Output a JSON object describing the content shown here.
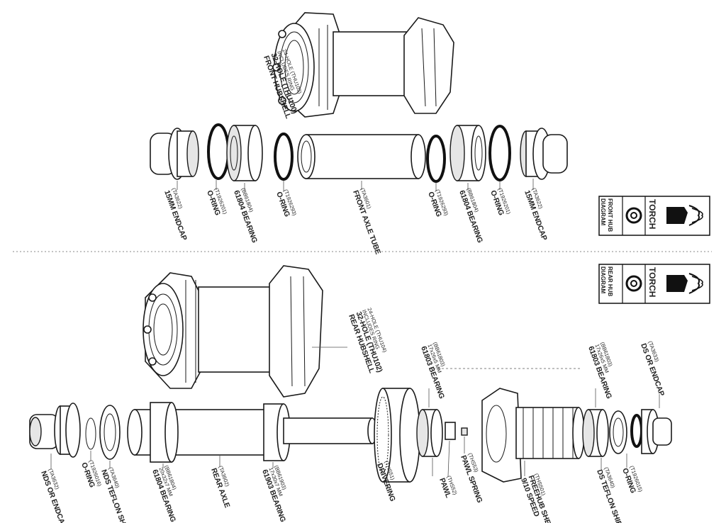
{
  "front": {
    "hubshell": {
      "line1": "FRONT HUBSHELL",
      "line2": "32-HOLE (THU100)",
      "line3": "INCLUDES RING",
      "line4": "24-HOLE (THU103)"
    },
    "parts": [
      {
        "name": "15MM ENDCAP",
        "code": "(TA3622)"
      },
      {
        "name": "O-RING",
        "code": "(T1926201)"
      },
      {
        "name": "61804 BEARING",
        "code": "(BB61804)"
      },
      {
        "name": "O-RING",
        "code": "(T1926293)"
      },
      {
        "name": "FRONT AXLE TUBE",
        "code": "(TA3601)"
      },
      {
        "name": "O-RING",
        "code": "(T1926293)"
      },
      {
        "name": "61804 BEARING",
        "code": "(BB61804)"
      },
      {
        "name": "O-RING",
        "code": "(T1926201)"
      },
      {
        "name": "15MM ENDCAP",
        "code": "(TA3622)"
      }
    ],
    "badge": {
      "brand": "TORCH",
      "line1": "FRONT HUB",
      "line2": "DIAGRAM"
    }
  },
  "rear": {
    "hubshell": {
      "line1": "REAR HUBSHELL",
      "line2": "32-HOLE (THU102)",
      "line3": "INCLUDES RING",
      "line4": "24-HOLE (THU104)"
    },
    "parts": [
      {
        "name": "NDS OR ENDCAP",
        "code": "(TA3632)"
      },
      {
        "name": "O-RING",
        "code": "(T1926016)"
      },
      {
        "name": "NDS TEFLON SHIELD",
        "code": "(TA3640)"
      },
      {
        "name": "61804 BEARING",
        "code": "20x32x7 MM",
        "code2": "(BB61804)"
      },
      {
        "name": "REAR AXLE",
        "code": "(TA3602)"
      },
      {
        "name": "61903 BEARING",
        "code": "17x30x7 MM",
        "code2": "(BB61903)"
      },
      {
        "name": "DRIVERING",
        "code": "(THS51)"
      },
      {
        "name": "61803 BEARING",
        "code": "17x26x5 MM",
        "code2": "(BB61803)"
      },
      {
        "name": "PAWL",
        "code": "(THS52)"
      },
      {
        "name": "PAWL SPRING",
        "code": "(THS53)"
      },
      {
        "name": "9/10 SPEED",
        "code": "FREEHUB SHELL",
        "code2": "(THS501)"
      },
      {
        "name": "61803 BEARING",
        "code": "17x26x5 MM",
        "code2": "(BB61803)"
      },
      {
        "name": "DS TEFLON SHIELD",
        "code": "(TA3640)"
      },
      {
        "name": "O-RING",
        "code": "(T1926015)"
      },
      {
        "name": "DS OR ENDCAP",
        "code": "(TA3633)"
      }
    ],
    "badge": {
      "brand": "TORCH",
      "line1": "REAR HUB",
      "line2": "DIAGRAM"
    }
  },
  "icons": [
    "torch-logo-icon",
    "brake-rotor-icon"
  ]
}
